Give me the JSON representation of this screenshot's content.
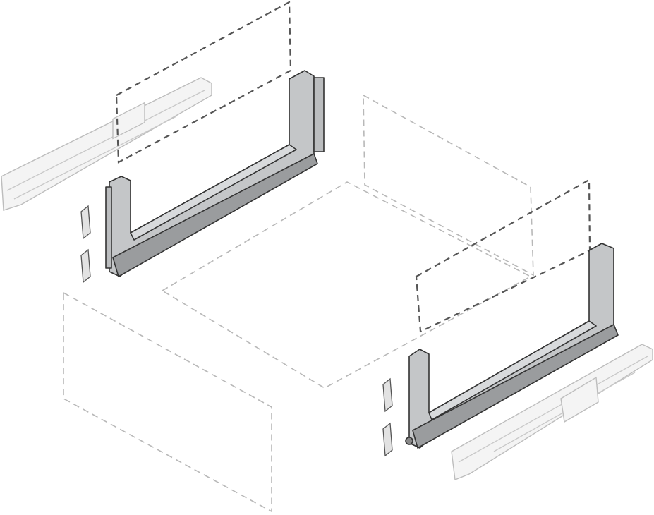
{
  "colors": {
    "background": "#ffffff",
    "frame_fill": "#c4c6c8",
    "frame_shade": "#9a9c9e",
    "outline": "#333333",
    "dashed_dark": "#555555",
    "dashed_light": "#b8b8b8",
    "runner": "#f4f4f4"
  },
  "parts": [
    "back-panel-left",
    "front-frame-left",
    "runner-left",
    "back-panel",
    "drawer-bottom",
    "front-panel",
    "back-panel-right",
    "front-frame-right",
    "runner-right",
    "mounting-clips"
  ]
}
